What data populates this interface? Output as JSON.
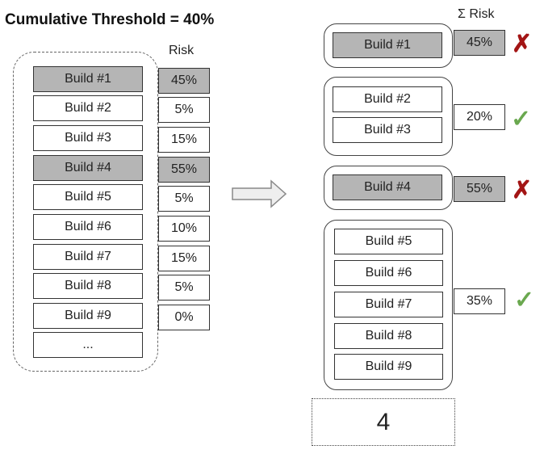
{
  "title": "Cumulative Threshold = 40%",
  "risk_header": "Risk",
  "sigma_header": "Σ Risk",
  "builds": [
    {
      "label": "Build #1",
      "risk": "45%"
    },
    {
      "label": "Build #2",
      "risk": "5%"
    },
    {
      "label": "Build #3",
      "risk": "15%"
    },
    {
      "label": "Build #4",
      "risk": "55%"
    },
    {
      "label": "Build #5",
      "risk": "5%"
    },
    {
      "label": "Build #6",
      "risk": "10%"
    },
    {
      "label": "Build #7",
      "risk": "15%"
    },
    {
      "label": "Build #8",
      "risk": "5%"
    },
    {
      "label": "Build #9",
      "risk": "0%"
    },
    {
      "label": "..."
    }
  ],
  "groups": [
    {
      "builds": [
        "Build #1"
      ],
      "sum": "45%",
      "status": "fail",
      "mark": "✗"
    },
    {
      "builds": [
        "Build #2",
        "Build #3"
      ],
      "sum": "20%",
      "status": "pass",
      "mark": "✓"
    },
    {
      "builds": [
        "Build #4"
      ],
      "sum": "55%",
      "status": "fail",
      "mark": "✗"
    },
    {
      "builds": [
        "Build #5",
        "Build #6",
        "Build #7",
        "Build #8",
        "Build #9"
      ],
      "sum": "35%",
      "status": "pass",
      "mark": "✓"
    }
  ],
  "group_count": "4",
  "colors": {
    "highlight": "#b5b5b5",
    "fail": "#a31515",
    "pass": "#6aa84f"
  }
}
